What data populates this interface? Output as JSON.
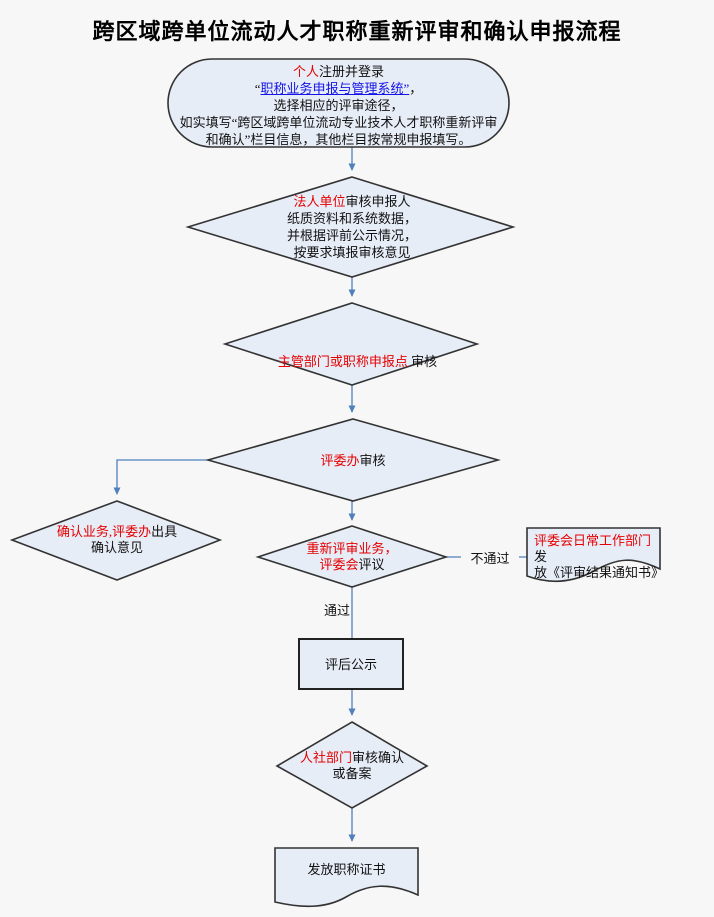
{
  "title": "跨区域跨单位流动人才职称重新评审和确认申报流程",
  "nodes": {
    "register": {
      "l1_actor": "个人",
      "l1_rest": "注册并登录",
      "l2_open": "“",
      "l2_link": "职称业务申报与管理系统”",
      "l2_comma": "，",
      "l3": "选择相应的评审途径，",
      "l4": "如实填写“跨区域跨单位流动专业技术人才职称重新评审",
      "l5": "和确认”栏目信息，其他栏目按常规申报填写。"
    },
    "unit_review": {
      "actor": "法人单位",
      "l1_rest": "审核申报人",
      "l2": "纸质资料和系统数据，",
      "l3": "并根据评前公示情况，",
      "l4": "按要求填报审核意见"
    },
    "dept_review": {
      "actor": "主管部门或职称申报点",
      "rest": " 审核"
    },
    "office_review": {
      "actor": "评委办",
      "rest": "审核"
    },
    "confirm_business": {
      "actor": "确认业务,评委办",
      "l1_rest": "出具",
      "l2": "确认意见"
    },
    "committee_review": {
      "l1": "重新评审业务，",
      "l2_actor": "评委会",
      "l2_rest": "评议"
    },
    "result_notice": {
      "actor": "评委会日常工作部门",
      "l1_rest": "发",
      "l2": "放《评审结果通知书》"
    },
    "publicity": {
      "label": "评后公示"
    },
    "hr_confirm": {
      "actor": "人社部门",
      "l1_rest": "审核确认",
      "l2": "或备案"
    },
    "certificate": {
      "label": "发放职称证书"
    }
  },
  "edge_labels": {
    "pass": "通过",
    "fail": "不通过"
  },
  "colors": {
    "accent_red": "#e60000",
    "link_blue": "#1414e6",
    "arrow_blue": "#4f81bd",
    "shape_fill": "#e7edf7",
    "shape_border": "#333333",
    "background": "#f7f7f7"
  }
}
